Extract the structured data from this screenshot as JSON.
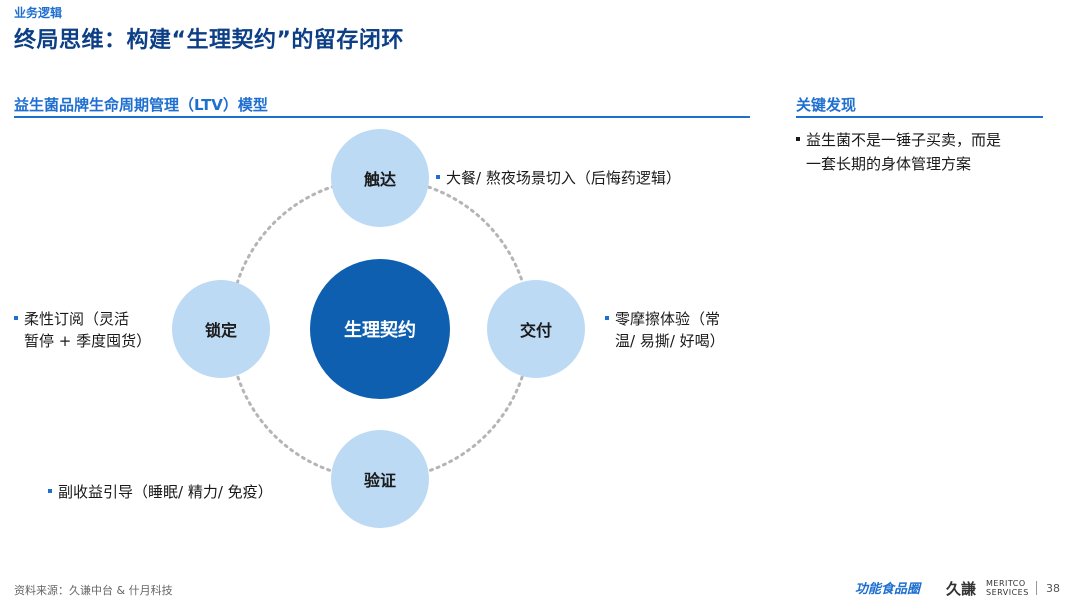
{
  "header": {
    "category": "业务逻辑",
    "title": "终局思维：构建“生理契约”的留存闭环"
  },
  "model": {
    "section_title": "益生菌品牌生命周期管理（LTV）模型",
    "center": "生理契约",
    "nodes": {
      "top": "触达",
      "right": "交付",
      "bottom": "验证",
      "left": "锁定"
    },
    "notes": {
      "top": "大餐/ 熬夜场景切入（后悔药逻辑）",
      "right": [
        "零摩擦体验（常",
        "温/ 易撕/ 好喝）"
      ],
      "bottom": "副收益引导（睡眠/ 精力/ 免疫）",
      "left": [
        "柔性订阅（灵活",
        "暂停 + 季度囤货）"
      ]
    }
  },
  "findings": {
    "section_title": "关键发现",
    "items": [
      "益生菌不是一锤子买卖，而是",
      "一套长期的身体管理方案"
    ]
  },
  "footer": {
    "source": "资料来源：久谦中台 & 什月科技",
    "logo_brand": "功能食品圈",
    "logo_company_cn": "久謙",
    "logo_company_en_line1": "MERITCO",
    "logo_company_en_line2": "SERVICES",
    "page_number": "38"
  },
  "colors": {
    "accent": "#1f6fd1",
    "title": "#0d3f86",
    "center_fill": "#0f5fb0",
    "node_fill": "#bcdaf4",
    "dotted_ring": "#b5b5b5"
  }
}
